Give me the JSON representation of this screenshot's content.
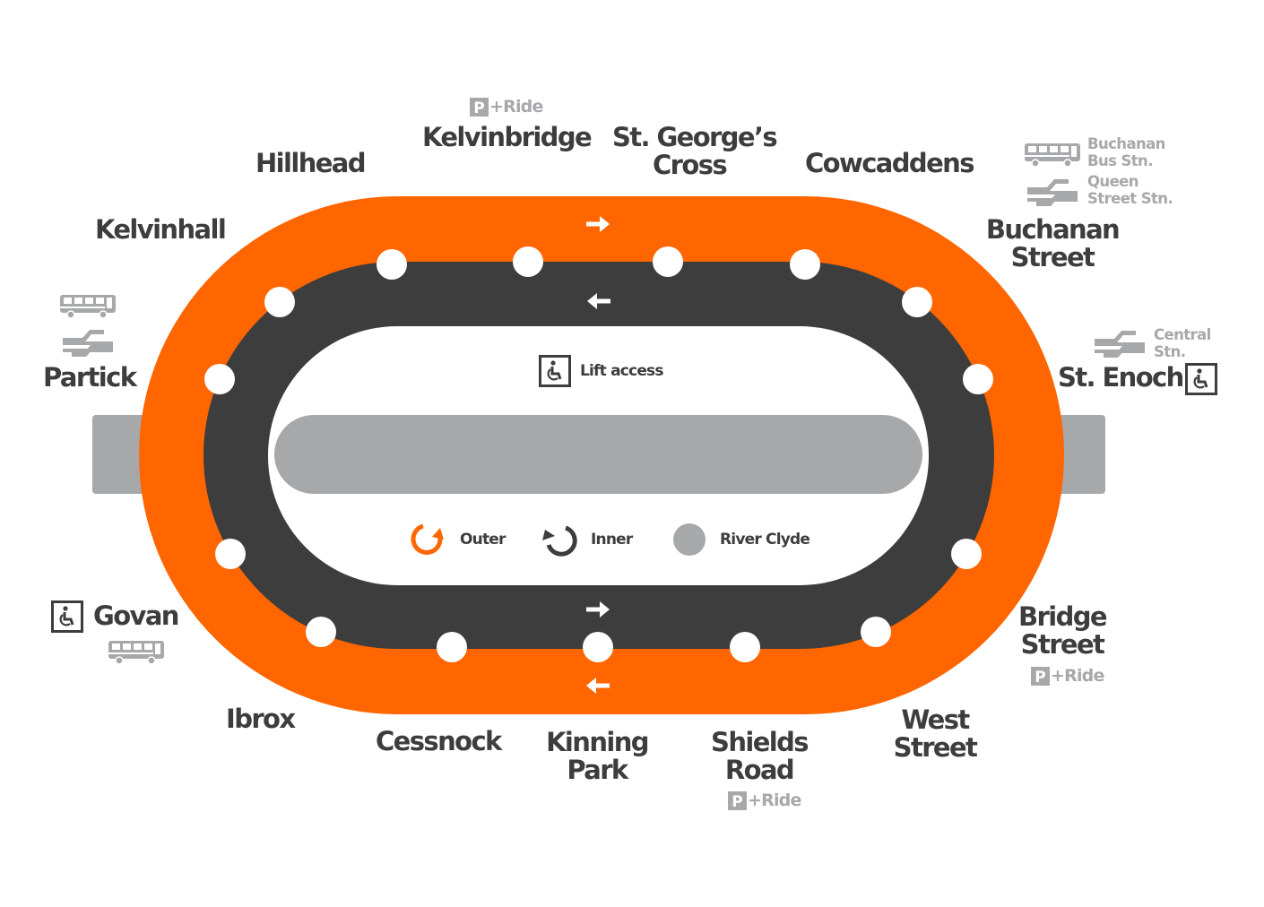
{
  "colors": {
    "outer": "#ff6600",
    "inner": "#3d3d3d",
    "river": "#a7a8aa",
    "text": "#3d3d3d",
    "secondary": "#a7a8aa",
    "station": "#ffffff"
  },
  "stations": {
    "hillhead": "Hillhead",
    "kelvinbridge": "Kelvinbridge",
    "st_georges_cross": [
      "St. George’s",
      "Cross"
    ],
    "cowcaddens": "Cowcaddens",
    "kelvinhall": "Kelvinhall",
    "buchanan_street": [
      "Buchanan",
      "Street"
    ],
    "partick": "Partick",
    "st_enoch": "St. Enoch",
    "govan": "Govan",
    "bridge_street": [
      "Bridge",
      "Street"
    ],
    "ibrox": "Ibrox",
    "cessnock": "Cessnock",
    "kinning_park": [
      "Kinning",
      "Park"
    ],
    "shields_road": [
      "Shields",
      "Road"
    ],
    "west_street": [
      "West",
      "Street"
    ]
  },
  "facilities": {
    "park_and_ride": {
      "letter": "P",
      "text": "+Ride"
    },
    "buchanan_bus": [
      "Buchanan",
      "Bus Stn."
    ],
    "queen_street": [
      "Queen",
      "Street Stn."
    ],
    "central": [
      "Central",
      "Stn."
    ]
  },
  "legend": {
    "lift_access": "Lift access",
    "outer": "Outer",
    "inner": "Inner",
    "river": "River Clyde"
  },
  "icons": [
    "bus-icon",
    "national-rail-icon",
    "wheelchair-icon",
    "park-and-ride-icon",
    "arrow-right-icon",
    "arrow-left-icon",
    "outer-circle-icon",
    "inner-circle-icon"
  ]
}
